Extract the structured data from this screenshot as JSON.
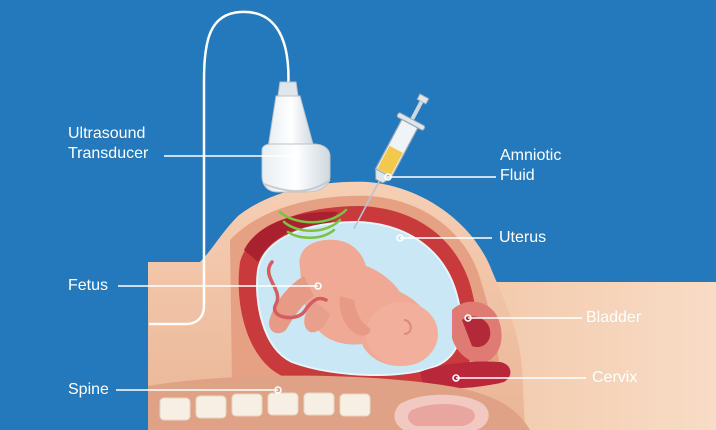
{
  "labels": {
    "transducer_line1": "Ultrasound",
    "transducer_line2": "Transducer",
    "fluid_line1": "Amniotic",
    "fluid_line2": "Fluid",
    "uterus": "Uterus",
    "fetus": "Fetus",
    "bladder": "Bladder",
    "cervix": "Cervix",
    "spine": "Spine"
  },
  "colors": {
    "background": "#2479bd",
    "skin": "#f2c2a0",
    "body_wall": "#e9a98d",
    "uterus_wall": "#c83a3c",
    "amniotic_fluid": "#c9e7f5",
    "fetus": "#f0a994",
    "placenta": "#b8283a",
    "ultrasound_waves": "#7dc242",
    "leader_lines": "#ffffff"
  }
}
